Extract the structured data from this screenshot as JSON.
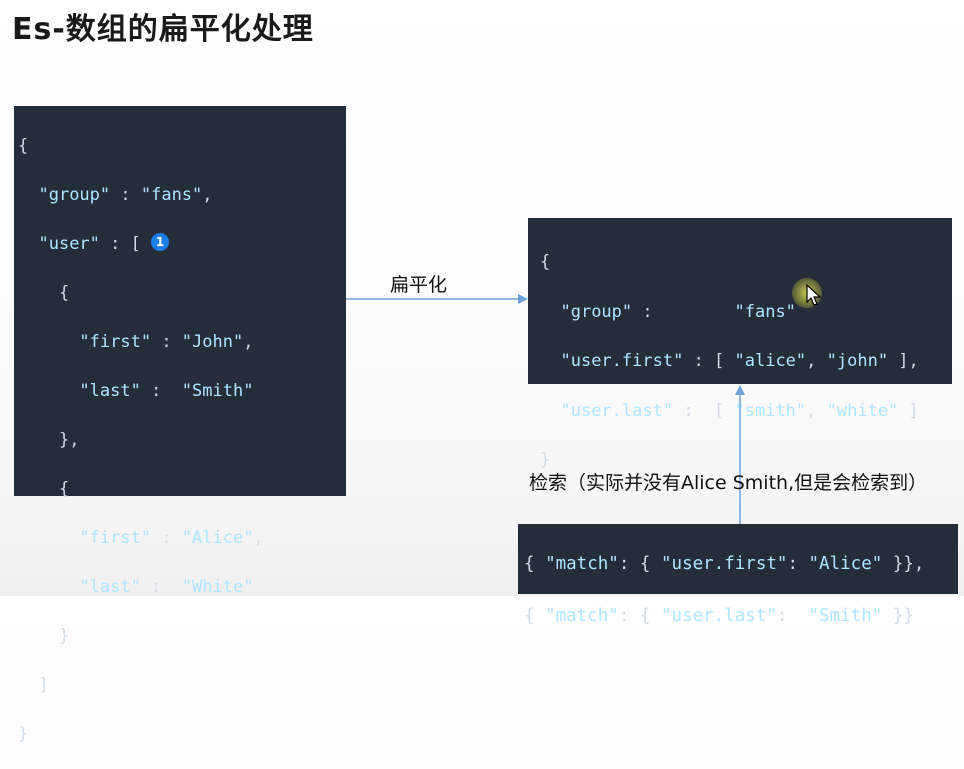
{
  "title": "Es-数组的扁平化处理",
  "arrow_label": "扁平化",
  "search_label": "检索（实际并没有Alice Smith,但是会检索到）",
  "badge_number": "1",
  "left_code": {
    "l0": "{",
    "l1_key": "\"group\"",
    "l1_sep": " : ",
    "l1_val": "\"fans\"",
    "l1_end": ",",
    "l2_key": "\"user\"",
    "l2_sep": " : [ ",
    "l3": "{",
    "l4_key": "\"first\"",
    "l4_sep": " : ",
    "l4_val": "\"John\"",
    "l4_end": ",",
    "l5_key": "\"last\"",
    "l5_sep": " :  ",
    "l5_val": "\"Smith\"",
    "l6": "},",
    "l7": "{",
    "l8_key": "\"first\"",
    "l8_sep": " : ",
    "l8_val": "\"Alice\"",
    "l8_end": ",",
    "l9_key": "\"last\"",
    "l9_sep": " :  ",
    "l9_val": "\"White\"",
    "l10": "}",
    "l11": "]",
    "l12": "}"
  },
  "right_code": {
    "l0": "{",
    "l1_key": "\"group\"",
    "l1_sep": " :        ",
    "l1_val": "\"fans\"",
    "l2_key": "\"user.first\"",
    "l2_sep": " : [ ",
    "l2_v1": "\"alice\"",
    "l2_comma": ", ",
    "l2_v2": "\"john\"",
    "l2_end": " ],",
    "l3_key": "\"user.last\"",
    "l3_sep": " :  [ ",
    "l3_v1": "\"smith\"",
    "l3_comma": ", ",
    "l3_v2": "\"white\"",
    "l3_end": " ]",
    "l4": "}"
  },
  "query_code": {
    "q1_a": "{ ",
    "q1_key": "\"match\"",
    "q1_b": ": { ",
    "q1_field": "\"user.first\"",
    "q1_c": ": ",
    "q1_val": "\"Alice\"",
    "q1_d": " }},",
    "q2_a": "{ ",
    "q2_key": "\"match\"",
    "q2_b": ": { ",
    "q2_field": "\"user.last\"",
    "q2_c": ":  ",
    "q2_val": "\"Smith\"",
    "q2_d": " }}"
  },
  "colors": {
    "code_bg": "#252c3a",
    "code_text": "#d4dbe6",
    "string": "#aee6ff",
    "arrow": "#6fa3d8",
    "badge": "#1e7ee8"
  }
}
